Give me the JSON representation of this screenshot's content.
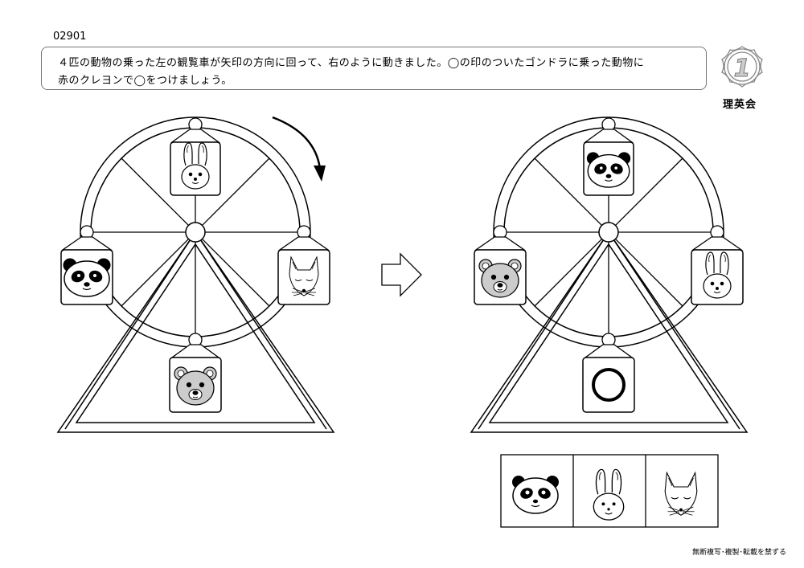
{
  "worksheet": {
    "code": "02901",
    "instruction_line1": "４匹の動物の乗った左の観覧車が矢印の方向に回って、右のように動きました。◯の印のついたゴンドラに乗った動物に",
    "instruction_line2": "赤のクレヨンで◯をつけましょう。",
    "brand": "理英会",
    "logo_digit": "1",
    "copyright": "無断複写･複製･転載を禁ずる"
  },
  "left_wheel": {
    "gondolas": [
      {
        "position": "top",
        "animal": "rabbit"
      },
      {
        "position": "left",
        "animal": "panda"
      },
      {
        "position": "right",
        "animal": "fox"
      },
      {
        "position": "bottom",
        "animal": "bear"
      }
    ]
  },
  "right_wheel": {
    "gondolas": [
      {
        "position": "top",
        "animal": "panda"
      },
      {
        "position": "left",
        "animal": "bear"
      },
      {
        "position": "right",
        "animal": "rabbit"
      },
      {
        "position": "bottom",
        "animal": "circle-mark"
      }
    ]
  },
  "answer_choices": [
    "panda",
    "rabbit",
    "fox"
  ],
  "colors": {
    "line": "#000000",
    "bear_fill": "#cccccc",
    "border": "#777777"
  }
}
